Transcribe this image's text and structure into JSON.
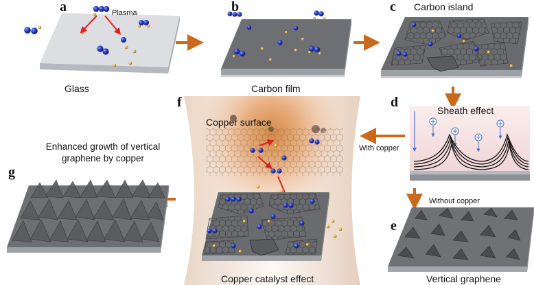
{
  "panels": {
    "a": {
      "letter": "a",
      "caption": "Glass",
      "label": "Plasma"
    },
    "b": {
      "letter": "b",
      "caption": "Carbon film"
    },
    "c": {
      "letter": "c",
      "caption": "Carbon island"
    },
    "d": {
      "letter": "d",
      "caption": "Sheath effect"
    },
    "e": {
      "letter": "e",
      "caption": "Vertical graphene"
    },
    "f": {
      "letter": "f",
      "caption": "Copper catalyst effect",
      "label": "Copper surface"
    },
    "g": {
      "letter": "g",
      "title": "Enhanced growth of vertical graphene by copper"
    }
  },
  "arrows": {
    "with_copper": "With copper",
    "without_copper": "Without copper"
  },
  "colors": {
    "carbon_atom": "#2a3fc4",
    "hydrogen_atom": "#e0b040",
    "process_arrow": "#c8691c",
    "reaction_arrow": "#e02020",
    "substrate_dark": "#6b6b6b",
    "glass": "#d8dadd",
    "sheath_bg": "#f6e4e4",
    "ion_arrow": "#4a6fc8"
  }
}
